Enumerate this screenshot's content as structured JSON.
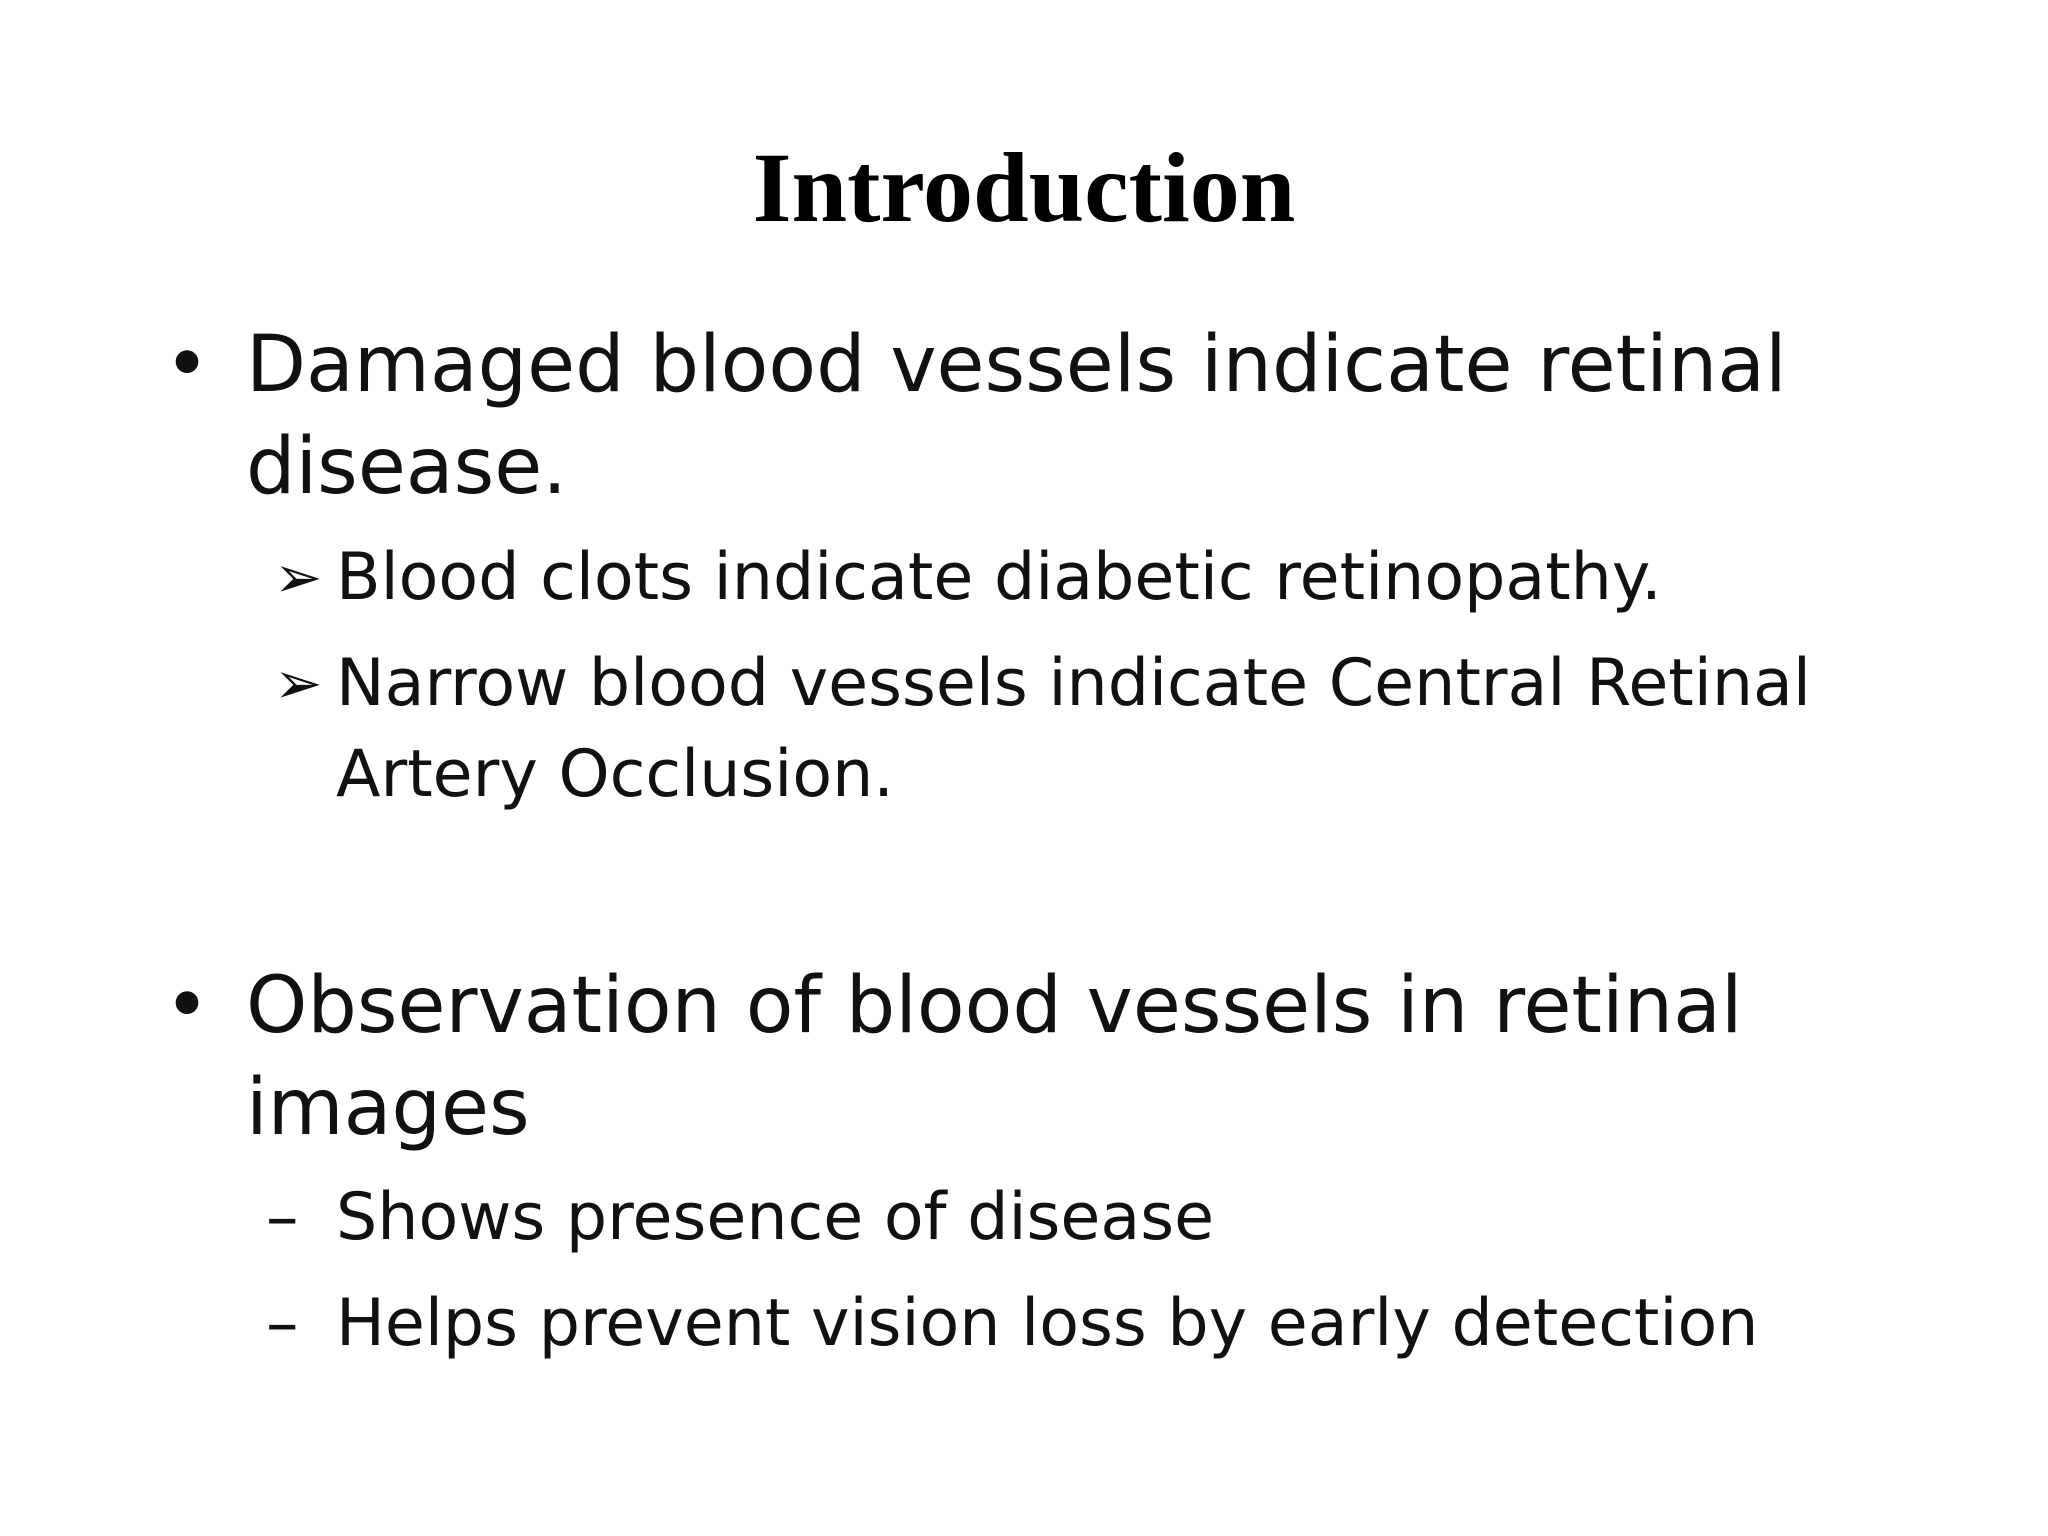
{
  "slide": {
    "title": "Introduction",
    "bullets": [
      {
        "marker": "•",
        "text": "Damaged blood vessels indicate retinal disease.",
        "subitems": [
          {
            "marker": "➢",
            "text": "Blood clots indicate diabetic retinopathy."
          },
          {
            "marker": "➢",
            "text": "Narrow blood vessels indicate Central Retinal Artery Occlusion."
          }
        ]
      },
      {
        "marker": "•",
        "text": "Observation of blood vessels in retinal images",
        "subitems": [
          {
            "marker": "–",
            "text": "Shows presence of disease"
          },
          {
            "marker": "–",
            "text": "Helps prevent vision loss by early detection"
          }
        ]
      }
    ]
  }
}
